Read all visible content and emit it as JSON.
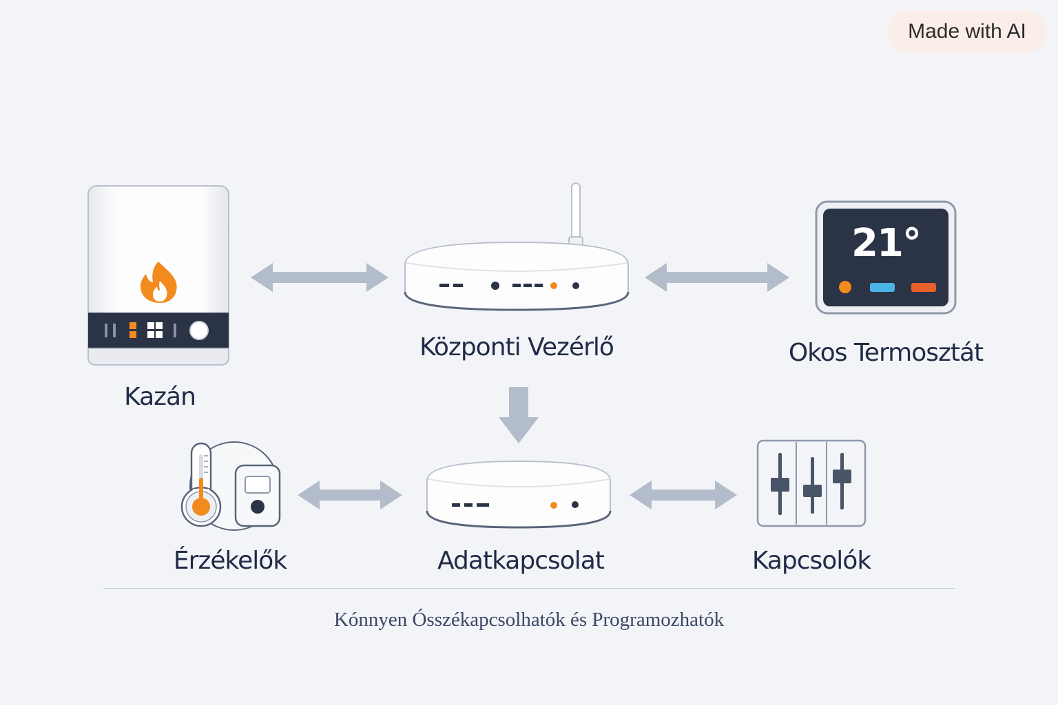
{
  "badge": {
    "text": "Made with AI"
  },
  "nodes": {
    "boiler": {
      "label": "Kazán",
      "icon": "boiler-icon"
    },
    "controller": {
      "label": "Központi Vezérlő",
      "icon": "router-icon"
    },
    "thermostat": {
      "label": "Okos Termosztát",
      "icon": "thermostat-icon",
      "display": "21°"
    },
    "sensors": {
      "label": "Érzékelők",
      "icon": "thermometer-sensor-icon"
    },
    "datalink": {
      "label": "Adatkapcsolat",
      "icon": "hub-icon"
    },
    "switches": {
      "label": "Kapcsolók",
      "icon": "sliders-icon"
    }
  },
  "caption": "Kónnyen Ósszékapcsolhatók és Programozhatók",
  "colors": {
    "accent_orange": "#f28a1e",
    "accent_blue": "#4bb4e6",
    "accent_red": "#e8612c",
    "arrow": "#b3bccb",
    "dark_panel": "#2b3346",
    "text": "#1f2b47"
  }
}
